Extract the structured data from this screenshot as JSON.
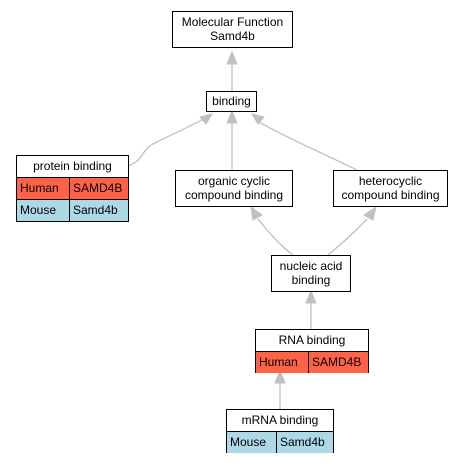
{
  "colors": {
    "human": "#ff6347",
    "mouse": "#add8e6",
    "edge": "#c0c0c0"
  },
  "nodes": {
    "root": {
      "line1": "Molecular Function",
      "line2": "Samd4b"
    },
    "binding": {
      "label": "binding"
    },
    "protein_binding": {
      "label": "protein binding",
      "rows": [
        {
          "species": "Human",
          "gene": "SAMD4B"
        },
        {
          "species": "Mouse",
          "gene": "Samd4b"
        }
      ]
    },
    "organic_cyclic": {
      "line1": "organic cyclic",
      "line2": "compound binding"
    },
    "heterocyclic": {
      "line1": "heterocyclic",
      "line2": "compound binding"
    },
    "nucleic_acid": {
      "line1": "nucleic acid",
      "line2": "binding"
    },
    "rna_binding": {
      "label": "RNA binding",
      "rows": [
        {
          "species": "Human",
          "gene": "SAMD4B"
        }
      ]
    },
    "mrna_binding": {
      "label": "mRNA binding",
      "rows": [
        {
          "species": "Mouse",
          "gene": "Samd4b"
        }
      ]
    }
  }
}
